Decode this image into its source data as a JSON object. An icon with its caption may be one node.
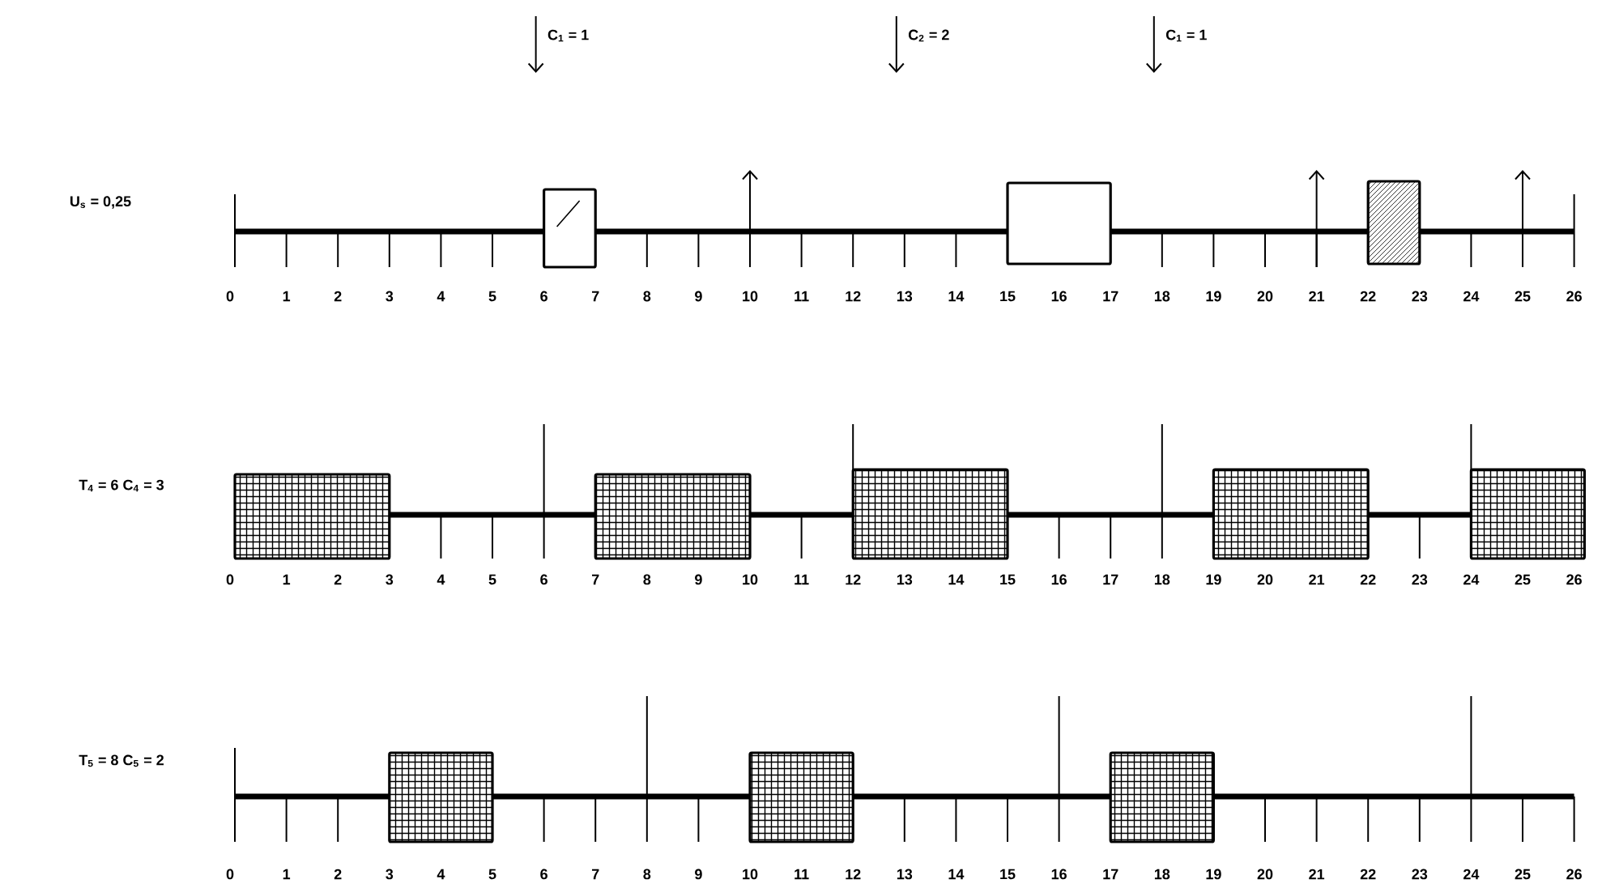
{
  "diagram": {
    "labels": [
      "C$_{1}$ = 1",
      "C$_{2}$ = 2",
      "C$_{1}$ = 1",
      "U$_{s}$ = 0,25",
      "0",
      "1",
      "2",
      "3",
      "4",
      "5",
      "6",
      "7",
      "8",
      "9",
      "10",
      "11",
      "12",
      "13",
      "14",
      "15",
      "16",
      "17",
      "18",
      "19",
      "20",
      "21",
      "22",
      "23",
      "24",
      "25",
      "26",
      "T$_{4}$ = 6   C$_{4}$ = 3",
      "0",
      "1",
      "2",
      "3",
      "4",
      "5",
      "6",
      "7",
      "8",
      "9",
      "10",
      "11",
      "12",
      "13",
      "14",
      "15",
      "16",
      "17",
      "18",
      "19",
      "20",
      "21",
      "22",
      "23",
      "24",
      "25",
      "26",
      "T$_{5}$ = 8   C$_{5}$ = 2",
      "0",
      "1",
      "2",
      "3",
      "4",
      "5",
      "6",
      "7",
      "8",
      "9",
      "10",
      "11",
      "12",
      "13",
      "14",
      "15",
      "16",
      "17",
      "18",
      "19",
      "20",
      "21",
      "22",
      "23",
      "24",
      "25",
      "26"
    ]
  }
}
